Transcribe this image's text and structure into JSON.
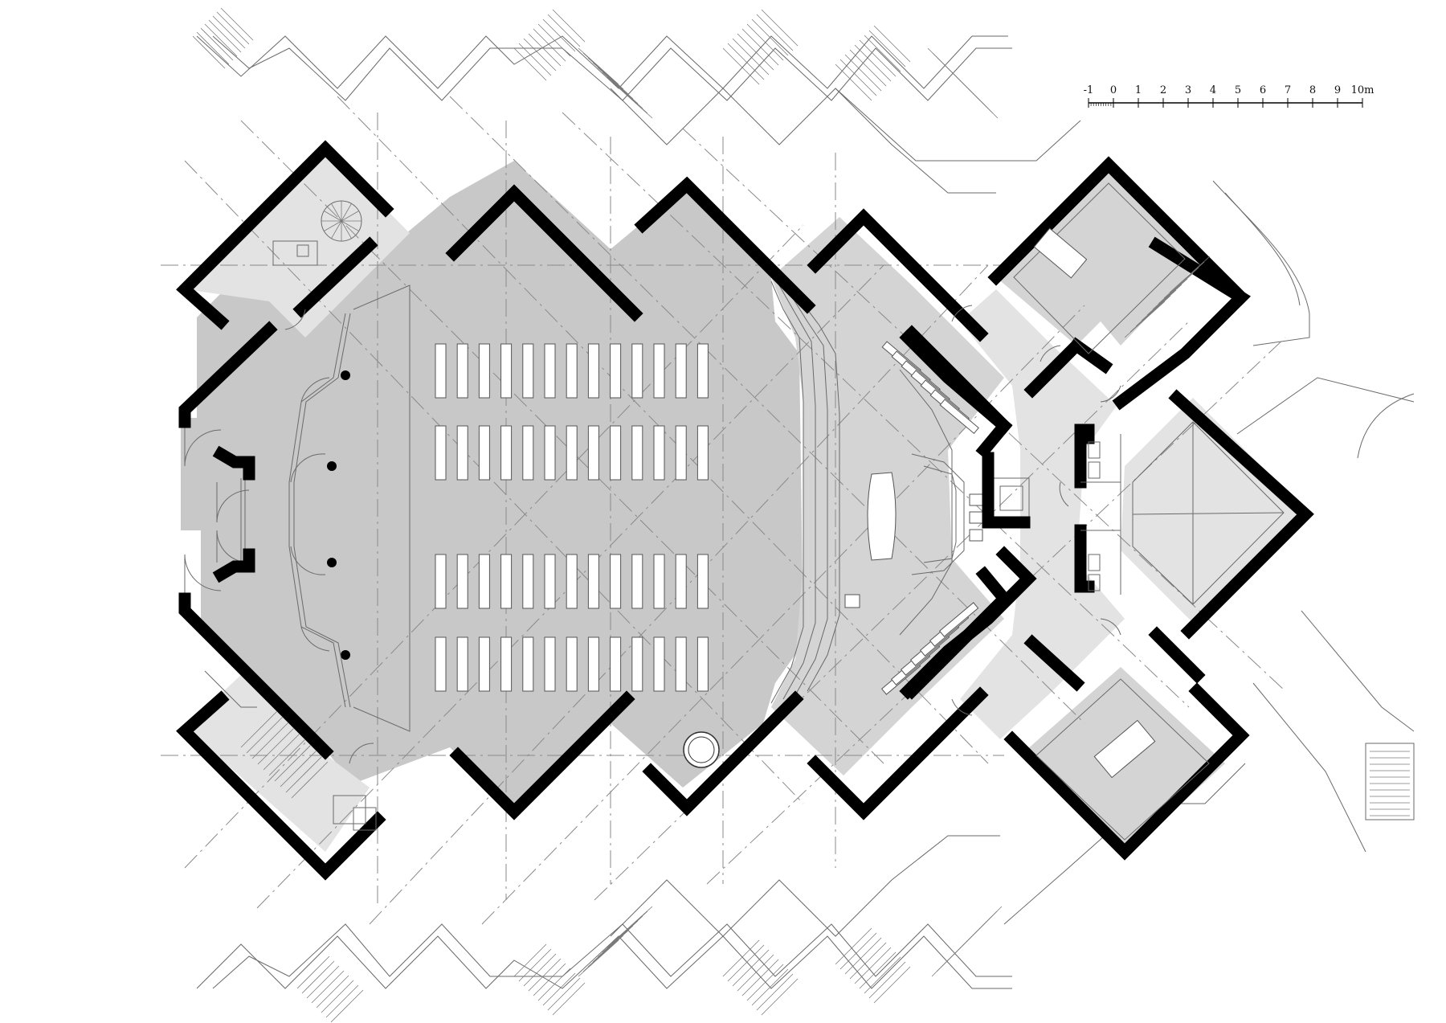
{
  "scale_bar": {
    "labels": [
      "-1",
      "0",
      "1",
      "2",
      "3",
      "4",
      "5",
      "6",
      "7",
      "8",
      "9",
      "10m"
    ]
  },
  "pews": {
    "columns": 13,
    "rows": 4
  }
}
